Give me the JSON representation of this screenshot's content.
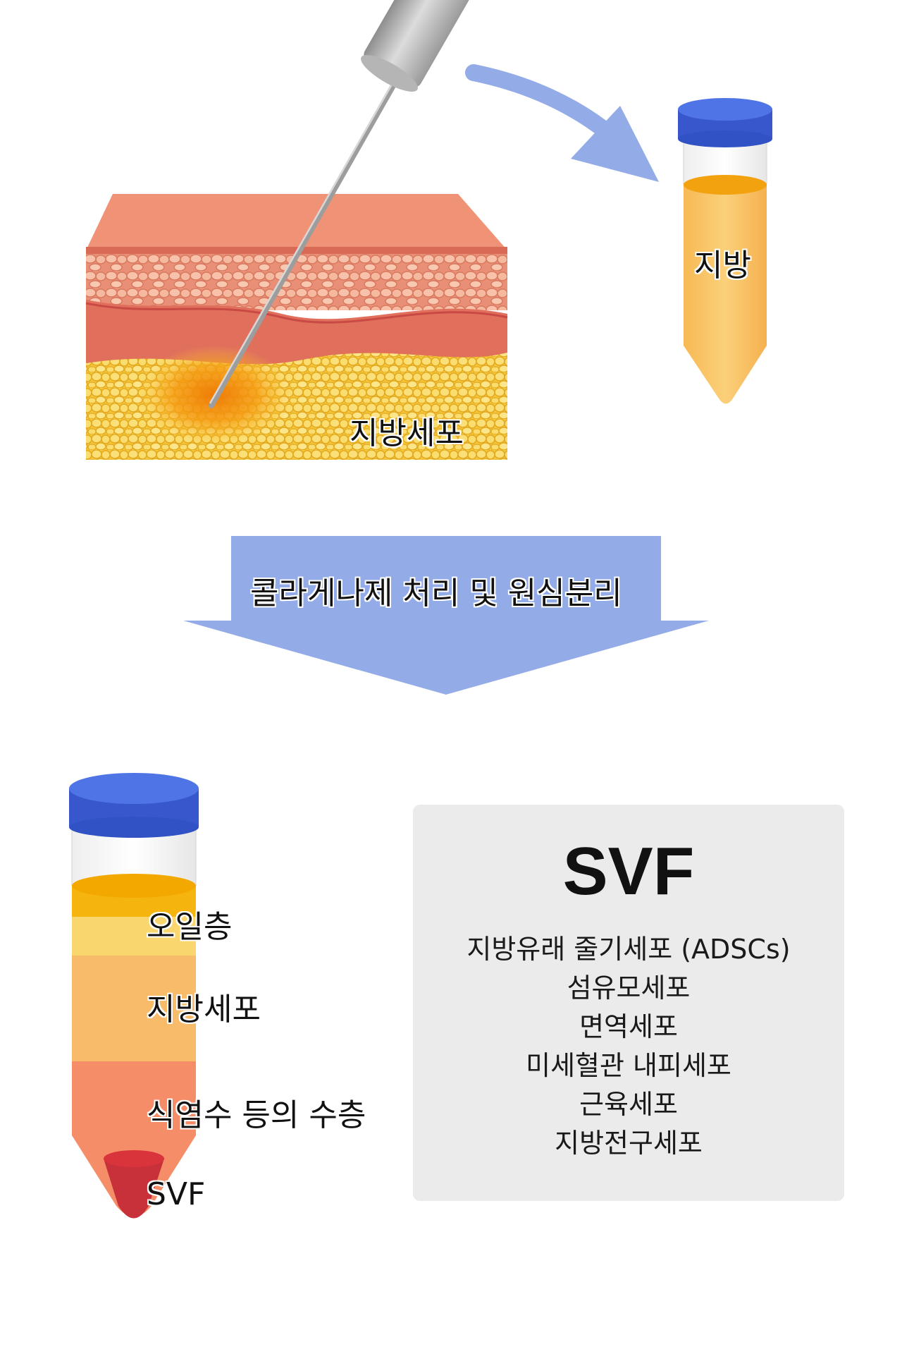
{
  "labels": {
    "tissue_fat_cells": "지방세포",
    "tube_fat": "지방",
    "process_step": "콜라게나제 처리 및 원심분리"
  },
  "tube_layers": [
    {
      "label": "오일층"
    },
    {
      "label": "지방세포"
    },
    {
      "label": "식염수 등의 수층"
    },
    {
      "label": "SVF"
    }
  ],
  "svf_box": {
    "title": "SVF",
    "items": [
      "지방유래 줄기세포 (ADSCs)",
      "섬유모세포",
      "면역세포",
      "미세혈관 내피세포",
      "근육세포",
      "지방전구세포"
    ]
  },
  "colors": {
    "cap_blue": "#3f63d8",
    "arrow_blue": "#93ace8",
    "skin_top": "#ef8f72",
    "dermis": "#e2715e",
    "fat_yellow": "#f7cf47",
    "tube_fat": "#f8bf5c",
    "oil": "#f6b313",
    "svf_red": "#c9303a",
    "box_gray": "#ebebeb"
  }
}
